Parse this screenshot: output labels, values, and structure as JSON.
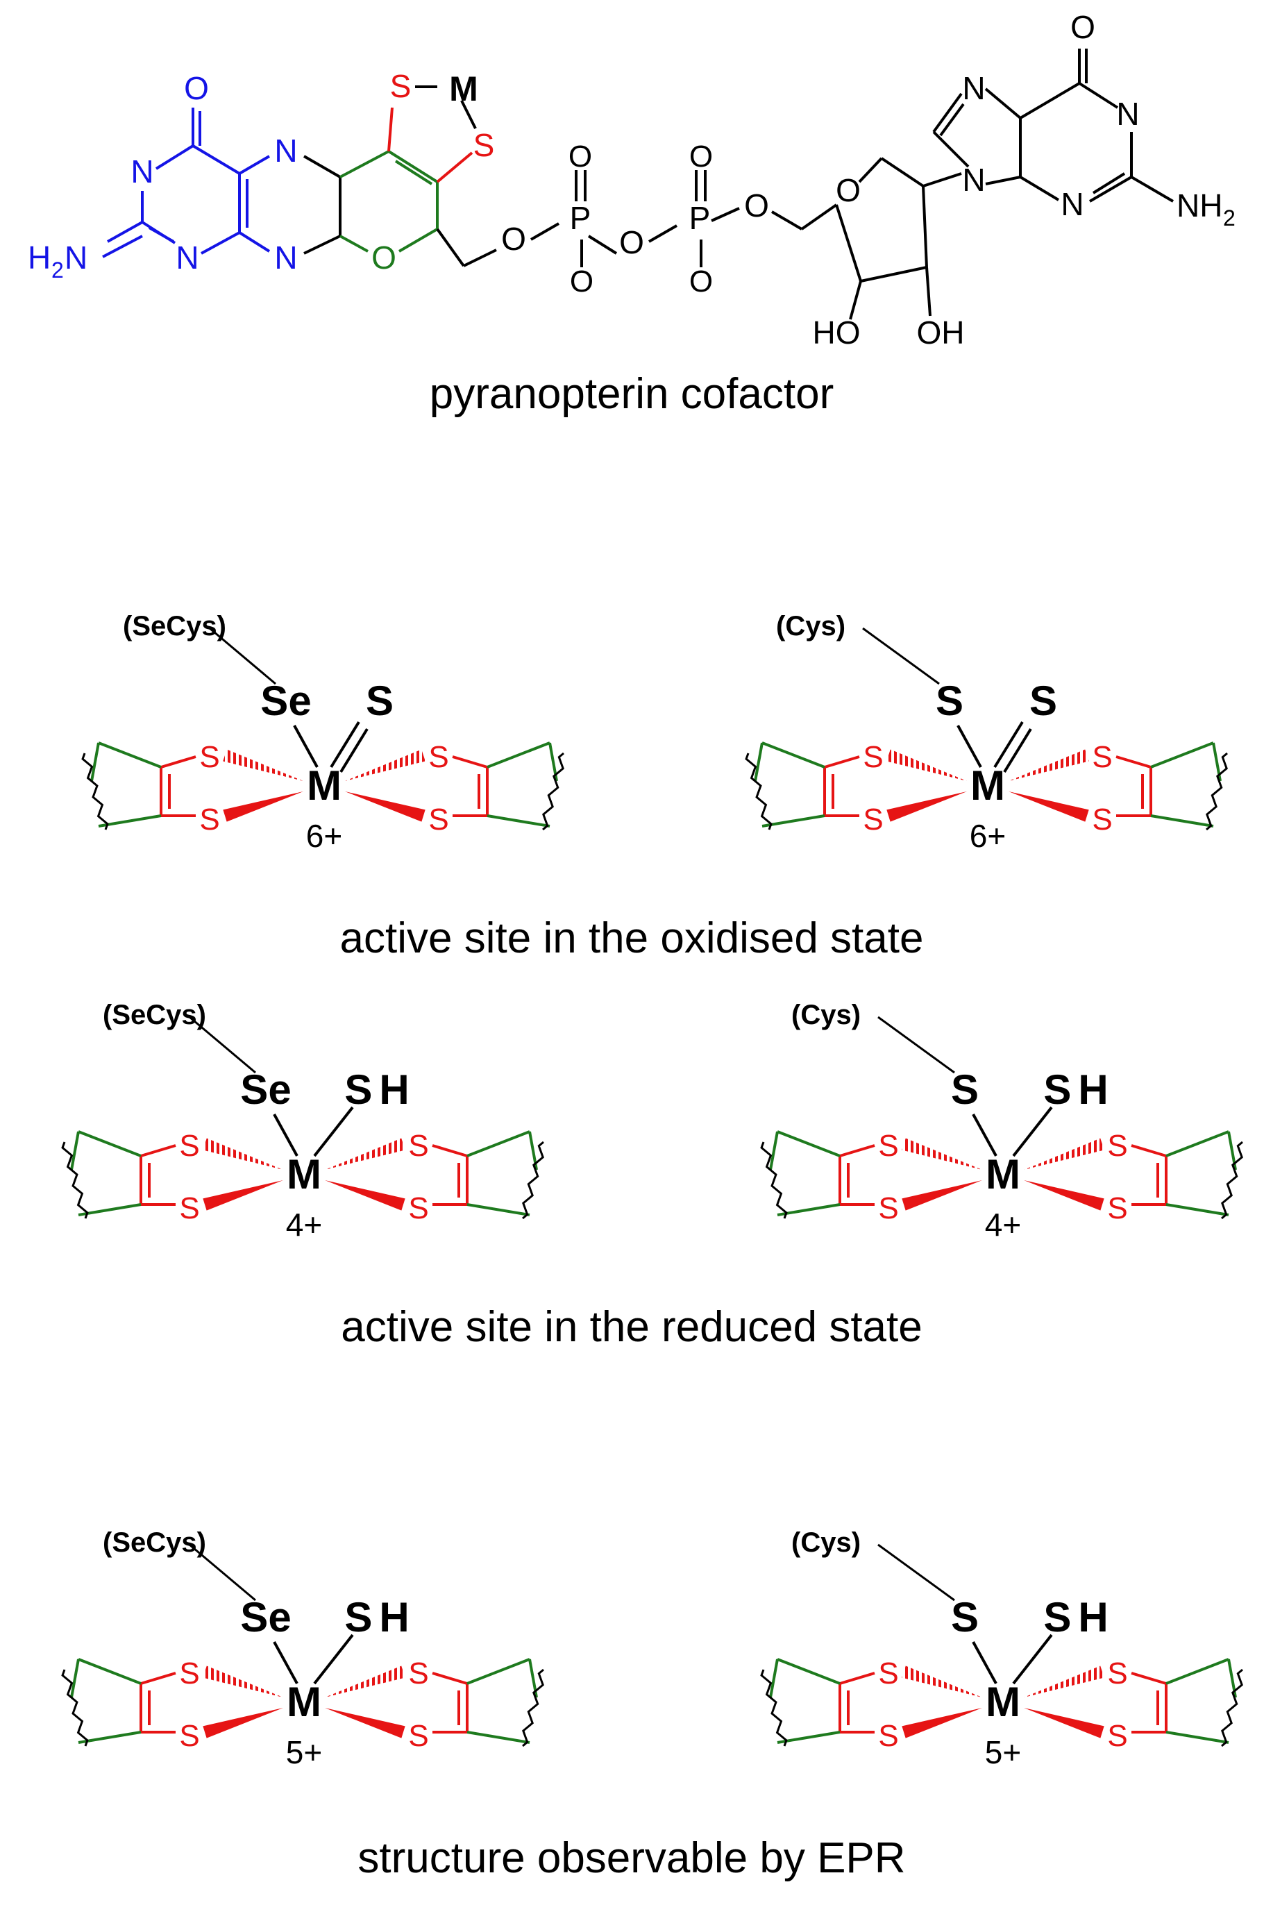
{
  "colors": {
    "pterin": "#1414e6",
    "dithiolene": "#e61414",
    "pyran": "#1e7a1e",
    "black": "#000000"
  },
  "cofactor": {
    "caption": "pyranopterin cofactor",
    "pterin_O": "O",
    "pterin_N": "N",
    "pterin_H2N": "H",
    "pterin_H2N_sub": "2",
    "pterin_H2N_N": "N",
    "S": "S",
    "M": "M",
    "pyran_O": "O",
    "O": "O",
    "P": "P",
    "HO": "HO",
    "OH": "OH",
    "NH2": "NH",
    "NH2_sub": "2"
  },
  "panels": {
    "oxidised": {
      "caption": "active site in the oxidised state",
      "left": {
        "ligand": "(SeCys)",
        "donor": "Se",
        "apical": "S",
        "metal": "M",
        "charge": "6+",
        "S": "S"
      },
      "right": {
        "ligand": "(Cys)",
        "donor": "S",
        "apical": "S",
        "metal": "M",
        "charge": "6+",
        "S": "S"
      }
    },
    "reduced": {
      "caption": "active site in the reduced state",
      "left": {
        "ligand": "(SeCys)",
        "donor": "Se",
        "apical": "SH",
        "metal": "M",
        "charge": "4+",
        "S": "S"
      },
      "right": {
        "ligand": "(Cys)",
        "donor": "S",
        "apical": "SH",
        "metal": "M",
        "charge": "4+",
        "S": "S"
      }
    },
    "epr": {
      "caption": "structure observable by EPR",
      "left": {
        "ligand": "(SeCys)",
        "donor": "Se",
        "apical": "SH",
        "metal": "M",
        "charge": "5+",
        "S": "S"
      },
      "right": {
        "ligand": "(Cys)",
        "donor": "S",
        "apical": "SH",
        "metal": "M",
        "charge": "5+",
        "S": "S"
      }
    }
  }
}
